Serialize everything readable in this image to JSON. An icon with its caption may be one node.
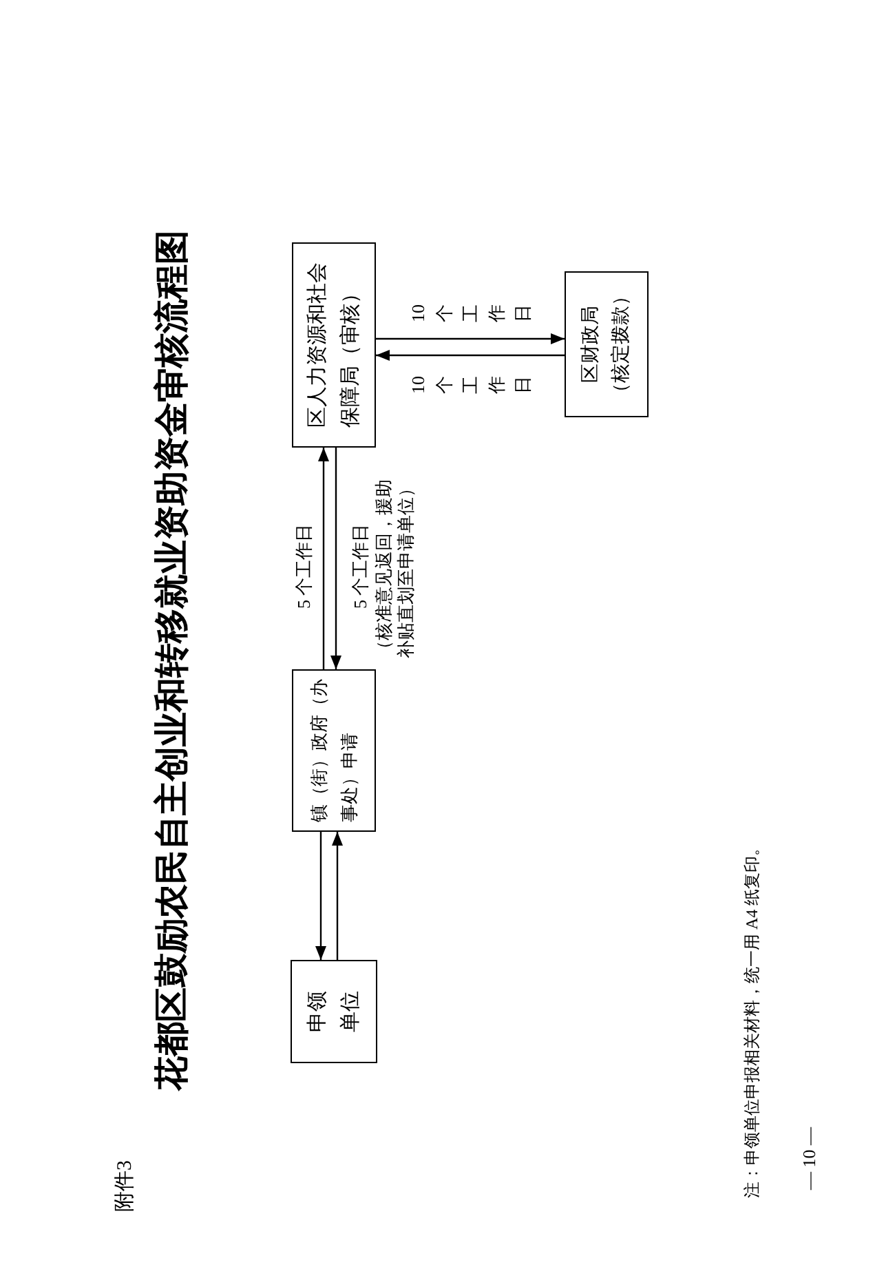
{
  "diagram": {
    "title": "花都区鼓励农民自主创业和转移就业资助资金审核流程图",
    "nodes": [
      {
        "text": [
          "申领单位"
        ]
      },
      {
        "text": [
          "镇（街）政府（办事处）申请"
        ]
      },
      {
        "text": [
          "区人力资源和社会保障局（审核）"
        ]
      },
      {
        "text": [
          "区财政局",
          "（核定拨款）"
        ]
      }
    ],
    "edges": [
      {
        "from": 1,
        "to": 0,
        "arrow": "to"
      },
      {
        "from": 0,
        "to": 1,
        "arrow": "to"
      },
      {
        "from": 1,
        "to": 2,
        "arrow": "to",
        "label": "5 个工作日"
      },
      {
        "from": 2,
        "to": 1,
        "arrow": "to",
        "label": "5 个工作日"
      },
      {
        "from": 2,
        "to": 3,
        "arrow": "to",
        "label": "10个工作日"
      },
      {
        "from": 3,
        "to": 2,
        "arrow": "to",
        "label": "10个工作日"
      }
    ],
    "labels": [
      "附件3",
      "（核准意见返回，援助补贴直划至申请单位）",
      "注：申领单位申报相关材料，统一用 A4 纸复印。",
      "— 10 —"
    ]
  }
}
